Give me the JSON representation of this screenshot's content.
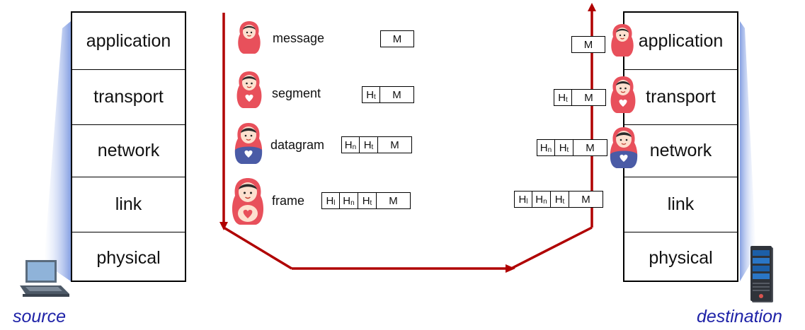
{
  "source": {
    "caption": "source",
    "layers": [
      "application",
      "transport",
      "network",
      "link",
      "physical"
    ]
  },
  "destination": {
    "caption": "destination",
    "layers": [
      "application",
      "transport",
      "network",
      "link",
      "physical"
    ]
  },
  "encapsulation": [
    {
      "label": "message",
      "headers": [],
      "payload": "M"
    },
    {
      "label": "segment",
      "headers": [
        {
          "h": "H",
          "sub": "t"
        }
      ],
      "payload": "M"
    },
    {
      "label": "datagram",
      "headers": [
        {
          "h": "H",
          "sub": "n"
        },
        {
          "h": "H",
          "sub": "t"
        }
      ],
      "payload": "M"
    },
    {
      "label": "frame",
      "headers": [
        {
          "h": "H",
          "sub": "l"
        },
        {
          "h": "H",
          "sub": "n"
        },
        {
          "h": "H",
          "sub": "t"
        }
      ],
      "payload": "M"
    }
  ],
  "decapsulation": [
    {
      "headers": [],
      "payload": "M"
    },
    {
      "headers": [
        {
          "h": "H",
          "sub": "t"
        }
      ],
      "payload": "M"
    },
    {
      "headers": [
        {
          "h": "H",
          "sub": "n"
        },
        {
          "h": "H",
          "sub": "t"
        }
      ],
      "payload": "M"
    },
    {
      "headers": [
        {
          "h": "H",
          "sub": "l"
        },
        {
          "h": "H",
          "sub": "n"
        },
        {
          "h": "H",
          "sub": "t"
        }
      ],
      "payload": "M"
    }
  ],
  "colors": {
    "path": "#b00000",
    "caption": "#1f23a8",
    "doll_red": "#e8505b",
    "doll_blue": "#4a5ba6"
  },
  "icons": {
    "source": "laptop-icon",
    "destination": "server-icon"
  }
}
